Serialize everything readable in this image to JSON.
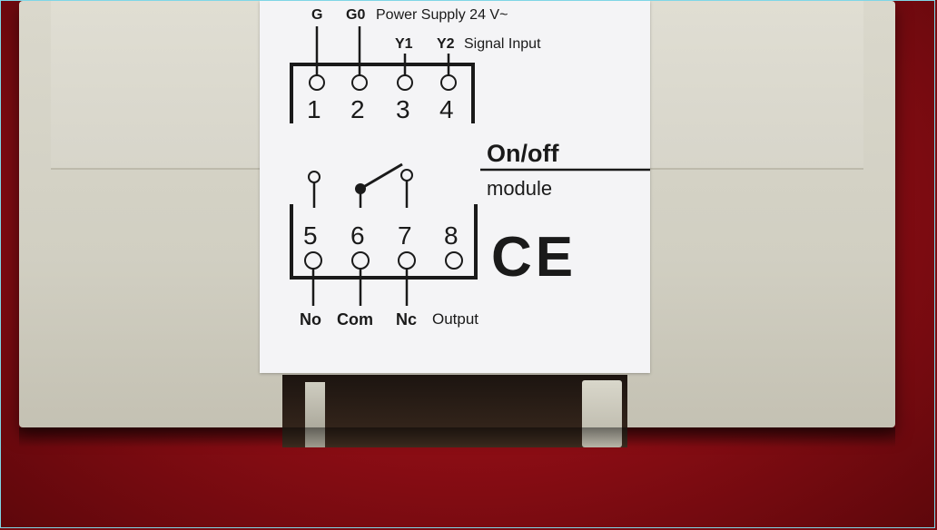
{
  "label": {
    "power": {
      "g": "G",
      "g0": "G0",
      "text": "Power Supply 24 V~"
    },
    "signal": {
      "y1": "Y1",
      "y2": "Y2",
      "text": "Signal Input"
    },
    "top_terminals": [
      "1",
      "2",
      "3",
      "4"
    ],
    "bottom_terminals": [
      "5",
      "6",
      "7",
      "8"
    ],
    "title": "On/off",
    "subtitle": "module",
    "ce_mark": "CE",
    "output": {
      "no": "No",
      "com": "Com",
      "nc": "Nc",
      "text": "Output"
    }
  },
  "colors": {
    "background": "#8a0d14",
    "housing": "#d7d5ca",
    "label": "#f4f4f6",
    "ink": "#1a1a1a"
  }
}
